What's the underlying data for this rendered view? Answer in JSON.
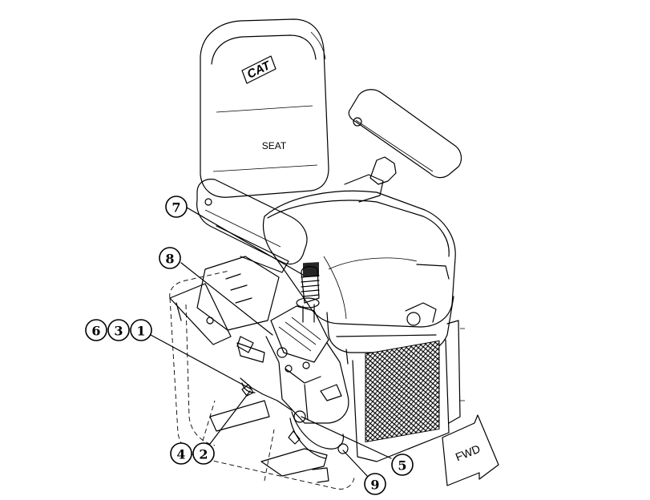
{
  "labels": {
    "seat": "SEAT",
    "brand": "CAT",
    "direction": "FWD"
  },
  "callouts": {
    "c1": "1",
    "c2": "2",
    "c3": "3",
    "c4": "4",
    "c5": "5",
    "c6": "6",
    "c7": "7",
    "c8": "8",
    "c9": "9"
  },
  "colors": {
    "ink": "#000000",
    "paper": "#ffffff"
  }
}
